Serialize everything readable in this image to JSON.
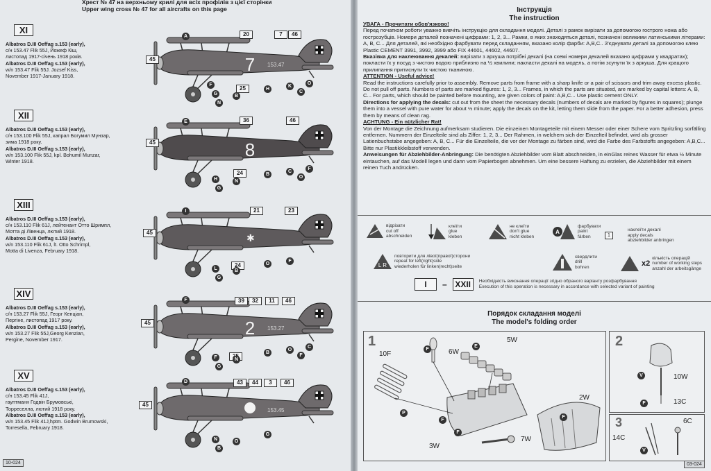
{
  "left_page": {
    "header_ua": "Хрест № 47 на верхньому крилі для всіх профілів з цієї сторінки",
    "header_en": "Upper wing cross № 47 for all aircrafts on this page",
    "footer_code": "10-024",
    "variants": [
      {
        "roman": "XI",
        "line1_en_bold": "Albatros D.III Oeffag s.153 (early),",
        "line2_ua": "с/н 153.47 Flik 55J, Йожеф Кіш,",
        "line3_ua": "листопад 1917-січень 1918 років.",
        "line4_en_bold": "Albatros D.III Oeffag s.153 (early),",
        "line5_en": "w/n 153.47 Flik 55J. Jozsef Kiss,",
        "line6_en": "November 1917-January 1918.",
        "serial_on_fuselage": "153.47",
        "fuselage_number": "7",
        "callouts": [
          "20",
          "7",
          "46",
          "45",
          "25"
        ],
        "letters": [
          "A",
          "G",
          "N",
          "B",
          "H",
          "K",
          "C",
          "O",
          "F"
        ]
      },
      {
        "roman": "XII",
        "line1_en_bold": "Albatros D.III Oeffag s.153 (early),",
        "line2_ua": "с/н 153.100 Flik 55J, капрал Богумил Мунзар,",
        "line3_ua": "зима 1918 року.",
        "line4_en_bold": "Albatros D.III Oeffag s.153 (early),",
        "line5_en": "w/n 153.100 Flik 55J, kpl. Bohumil Munzar,",
        "line6_en": "Winter 1918.",
        "serial_on_fuselage": "",
        "fuselage_number": "8",
        "callouts": [
          "36",
          "46",
          "45",
          "24"
        ],
        "letters": [
          "E",
          "H",
          "G",
          "N",
          "B",
          "C",
          "O",
          "F"
        ]
      },
      {
        "roman": "XIII",
        "line1_en_bold": "Albatros D.III Oeffag s.153 (early),",
        "line2_ua": "с/н 153.110 Flik 61J, лейтенант Отто Шримпл,",
        "line3_ua": "Мотта ді Лівенца, лютий 1918.",
        "line4_en_bold": "Albatros D.III Oeffag s.153 (early),",
        "line5_en": "w/n 153.110 Flik 61J, lt. Otto Schrimpl,",
        "line6_en": "Motta di Livenza, February 1918.",
        "serial_on_fuselage": "",
        "fuselage_number": "",
        "callouts": [
          "21",
          "23",
          "45",
          "24"
        ],
        "letters": [
          "I",
          "L",
          "G",
          "B",
          "O",
          "F"
        ]
      },
      {
        "roman": "XIV",
        "line1_en_bold": "Albatros D.III Oeffag s.153 (early),",
        "line2_ua": "с/н 153.27 Flik 55J, Георг Кенціан,",
        "line3_ua": "Пергіне, листопад 1917 року.",
        "line4_en_bold": "Albatros D.III Oeffag s.153 (early),",
        "line5_en": "w/n 153.27 Flik 55J,Georg Kenzian,",
        "line6_en": "Pergine, November 1917.",
        "serial_on_fuselage": "153.27",
        "fuselage_number": "2",
        "callouts": [
          "39",
          "32",
          "11",
          "46",
          "45",
          "25"
        ],
        "letters": [
          "F",
          "F",
          "G",
          "N",
          "B",
          "O",
          "F",
          "C"
        ]
      },
      {
        "roman": "XV",
        "line1_en_bold": "Albatros D.III Oeffag s.153 (early),",
        "line2_ua": "с/н 153.45 Flik 41J,",
        "line3_ua": "гауптманн Годвін Брумовські,",
        "line4_ua": "Торреселла, лютий 1918 року.",
        "line4_en_bold": "Albatros D.III Oeffag s.153 (early),",
        "line5_en": "w/n 153.45 Flik 41J,hptm. Godwin Brumowski,",
        "line6_en": "Torresella, February 1918.",
        "serial_on_fuselage": "153.45",
        "fuselage_number": "",
        "callouts": [
          "43",
          "44",
          "3",
          "46",
          "45"
        ],
        "letters": [
          "D",
          "N",
          "B",
          "O",
          "G"
        ]
      }
    ]
  },
  "right_page": {
    "title_ua": "Інструкція",
    "title_en": "The instruction",
    "ua_warn": "УВАГА - Прочитати обов'язково!",
    "ua_body": "Перед початком роботи уважно вивчіть інструкцію для складання моделі. Деталі з рамок вирізати за допомогою гострого ножа або гострозубців. Номери деталей позначені цифрами: 1, 2, 3... Рамки, в яких знаходяться деталі, позначені великими латинськими літерами: A, B, C... Для деталей, які необхідно фарбувати перед складанням, вказано колір фарби: A,B,C.. З'єднувати деталі за допомогою клею Plastic CEMENT 3991, 3992, 3999 або FIX 44601, 44602, 44607.",
    "ua_decal_head": "Вказівка для наклеювання декалей:",
    "ua_decal_body": "вирізати з аркуша потрібні декалі (на схемі номери декалей вказано цифрами у квадратах); покласти їх у посуд з чистою водою приблизно на ½ хвилини; накласти декалі на модель, а потім зсунути їх з аркуша. Для кращого прилипання притиснути їх чистою тканиною.",
    "en_warn": "ATTENTION - Useful advice!",
    "en_body": "Read the instructions carefully prior to assembly. Remove parts from frame with a sharp knife or a pair of scissors and trim away excess plastic. Do not pull off parts. Numbers of parts are marked figures: 1, 2, 3... Frames, in which the parts are situated, are marked by capital letters: A, B, C... For parts, which should be painted before mounting, are given colors of paint: A,B,C... Use plastic cement ONLY.",
    "en_decal_head": "Directions for applying the decals:",
    "en_decal_body": "cut out from the sheet the necessary decals (numbers of decals are marked by figures in squares); plunge them into a vessel with pure water for about ½ minute; apply the decals on the kit, letting them slide from the paper. For a better adhesion, press them by means of clean rag.",
    "de_warn": "ACHTUNG - Ein nützlicher Rat!",
    "de_body": "Von der Montage die Zeichnung aufmerksam studieren. Die einzeinen Montageteile mit einem Messer oder einer Schere vom Spritzling sorfälling entfernen. Nummern der Einzelteile sind als Ziffer: 1, 2, 3... Der Rahmen, in welchem sich der Einzelteil befindet, wird als grosser Latienbuchstabe angegeben: A, B, C... Für die Einzelteile, die vor der Montage zu färben sind, wird die Farbe des Farbstoffs angegeben: A,B,C... Bitte nur Plastikkleibstoff verwenden.",
    "de_decal_head": "Anweisungen für Abziehbilder-Anbringung:",
    "de_decal_body": "Die benötigten Abziehbilder vom Blatt abschneiden, in einGlas reines Wasser für etwa ½ Minute eintauchen, auf das Modell legen und dann vom Papierbogen abnehmen. Um eine bessere Haftung zu erzielen, die Abziehbilder mit einem reinen Tuch andrücken.",
    "legend": {
      "cut": [
        "відрізати",
        "cut off",
        "abschneiden"
      ],
      "glue": [
        "клеїти",
        "glue",
        "kleben"
      ],
      "noglue": [
        "не клеїти",
        "don't glue",
        "nicht kleben"
      ],
      "paint": [
        "фарбувати",
        "paint",
        "färben"
      ],
      "decal": [
        "наклеїти декалі",
        "apply decals",
        "abziehbilder anbringen"
      ],
      "lr": [
        "повторити для лівої(правої)сторони",
        "repeat for left(right)side",
        "wiederholen für linken(recht)seite"
      ],
      "drill": [
        "свердлити",
        "drill",
        "bohren"
      ],
      "repeat": [
        "кількість операцій",
        "number of working steps",
        "anzahl der arbeitsgänge"
      ],
      "x2": "x2",
      "lr_text": "L R",
      "decal_box_num": "1"
    },
    "sequence": {
      "from": "I",
      "dash": "–",
      "to": "XXII",
      "note_ua": "Необхідність виконання операції згідно обраного варіанту розфарбування",
      "note_en": "Execution of this operation is necessary in accordance with selected variant of painting"
    },
    "folding_title_ua": "Порядок складання моделі",
    "folding_title_en": "The model's folding order",
    "steps": {
      "step1": "1",
      "step2": "2",
      "step3": "3",
      "parts1": [
        "10F",
        "6W",
        "5W",
        "2W",
        "3W",
        "7W"
      ],
      "parts2": [
        "10W",
        "13C"
      ],
      "parts3": [
        "6C",
        "14C"
      ],
      "letters1": [
        "F",
        "E",
        "F",
        "P",
        "F",
        "F"
      ],
      "letters2": [
        "V",
        "F"
      ],
      "letters3": [
        "V"
      ]
    },
    "footer_code": "03-024"
  },
  "colors": {
    "paper": "#e9ecef",
    "ink": "#1d1d1f",
    "plane_body": "#6e6a6c",
    "plane_dark": "#4d4a4c"
  }
}
